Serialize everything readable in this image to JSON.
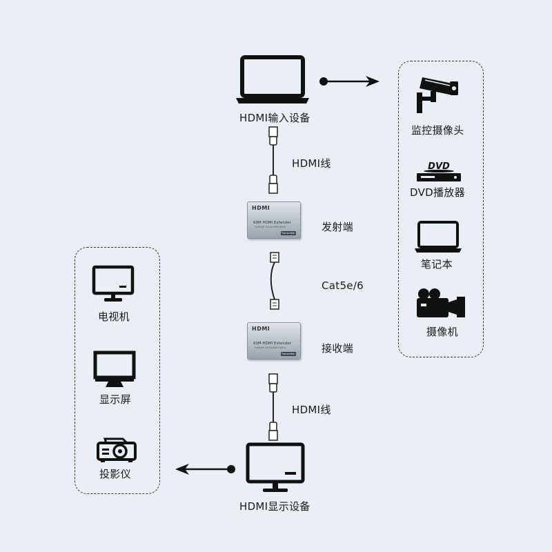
{
  "labels": {
    "hdmi_input": "HDMI输入设备",
    "hdmi_cable_top": "HDMI线",
    "transmitter": "发射端",
    "cable": "Cat5e/6",
    "receiver": "接收端",
    "hdmi_cable_bottom": "HDMI线",
    "hdmi_output": "HDMI显示设备"
  },
  "sources": [
    {
      "label": "监控摄像头",
      "icon": "cctv-camera-icon"
    },
    {
      "label": "DVD播放器",
      "icon": "dvd-player-icon"
    },
    {
      "label": "笔记本",
      "icon": "laptop-icon"
    },
    {
      "label": "摄像机",
      "icon": "video-camera-icon"
    }
  ],
  "displays": [
    {
      "label": "电视机",
      "icon": "tv-icon"
    },
    {
      "label": "显示屏",
      "icon": "monitor-icon"
    },
    {
      "label": "投影仪",
      "icon": "projector-icon"
    }
  ],
  "extender": {
    "brand": "HDMI",
    "model": "60M HDMI Extender",
    "spec": "Cat5e/6 1920x1080 60Hz",
    "tag_tx": "Transmitter",
    "tag_rx": "Transmitter",
    "dvd_text": "DVD"
  },
  "colors": {
    "background": "#e9eff5",
    "icon": "#111111",
    "box_metal": "#b8c0c9"
  }
}
